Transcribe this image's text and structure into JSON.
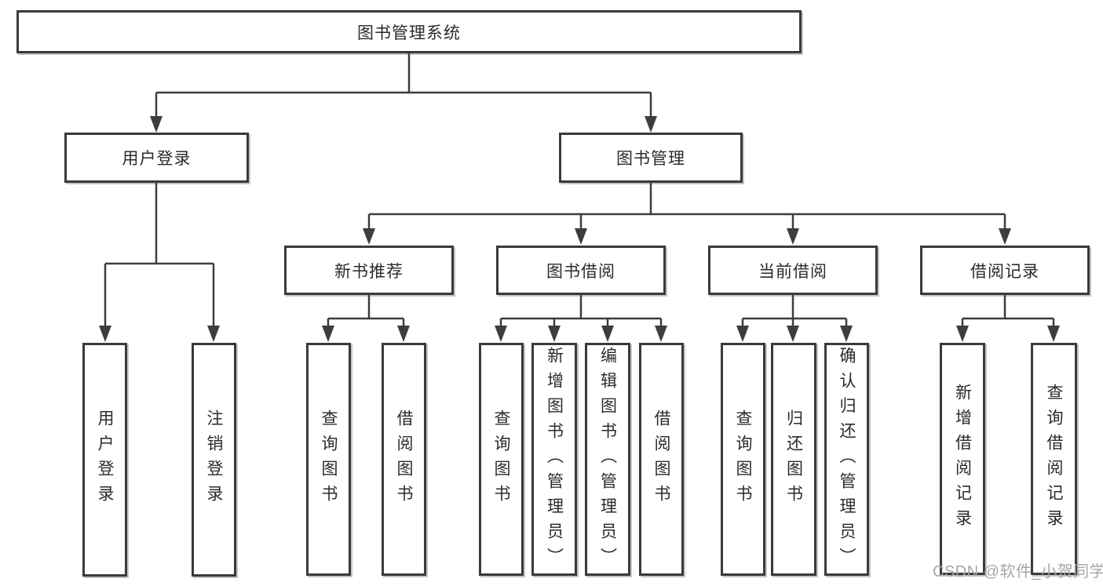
{
  "nodes": {
    "root": "图书管理系统",
    "level2": [
      "用户登录",
      "图书管理"
    ],
    "level3": [
      "新书推荐",
      "图书借阅",
      "当前借阅",
      "借阅记录"
    ],
    "level4": {
      "user_login": [
        "用户登录",
        "注销登录"
      ],
      "new_book_recommend": [
        "查询图书",
        "借阅图书"
      ],
      "book_borrow": [
        "查询图书",
        "新增图书（管理员）",
        "编辑图书（管理员）",
        "借阅图书"
      ],
      "current_borrow": [
        "查询图书",
        "归还图书",
        "确认归还（管理员）"
      ],
      "borrow_records": [
        "新增借阅记录",
        "查询借阅记录"
      ]
    }
  },
  "watermark": "CSDN @软件_小贺同学",
  "colors": {
    "line": "#3d3d3d",
    "border": "#3a3a3a",
    "text": "#2b2b2b",
    "watermark": "#a6a6b0",
    "background": "#ffffff"
  }
}
